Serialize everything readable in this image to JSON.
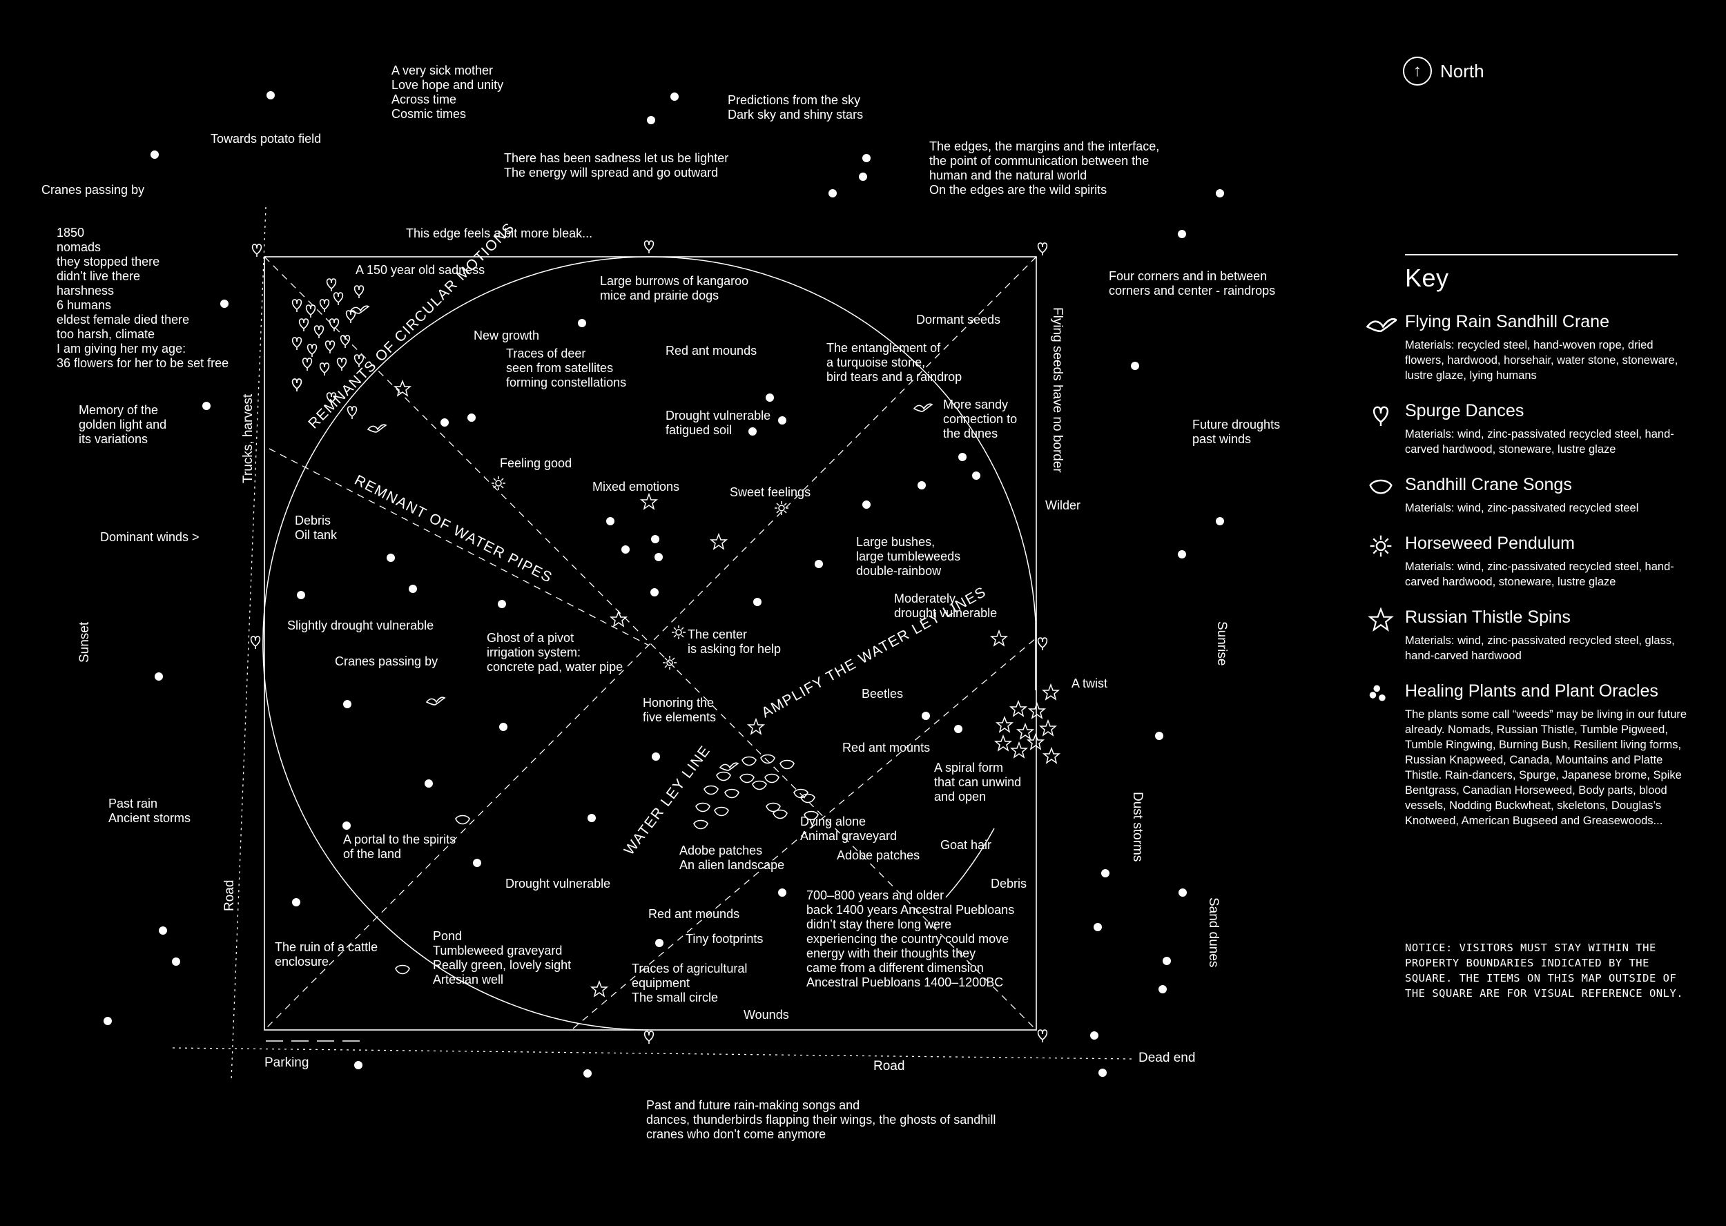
{
  "compass": {
    "label": "North",
    "icon": "north-arrow-icon"
  },
  "bands": {
    "circular": "REMNANTS OF CIRCULAR MOTIONS",
    "water_pipes": "REMNANT OF WATER PIPES",
    "amplify": "AMPLIFY THE WATER LEY LINES",
    "ley_line": "WATER LEY LINE"
  },
  "edges": {
    "trucks": "Trucks, harvest",
    "road_left": "Road",
    "sunset": "Sunset",
    "flying_seeds": "Flying seeds have no border",
    "sunrise": "Sunrise",
    "dust_storms": "Dust storms",
    "sand_dunes": "Sand dunes",
    "parking": "Parking",
    "road_bottom": "Road",
    "dead_end": "Dead end"
  },
  "labels": {
    "sick_mother": [
      "A very sick mother",
      "Love hope and unity",
      "Across time",
      "Cosmic times"
    ],
    "predictions": [
      "Predictions from the sky",
      "Dark sky and shiny stars"
    ],
    "towards_potato": [
      "Towards potato field"
    ],
    "sadness_lighter": [
      "There has been sadness let us be lighter",
      "The energy will spread and go outward"
    ],
    "edges_margins": [
      "The edges, the margins and the interface,",
      "the point of communication between the",
      "human and the natural world",
      "On the edges are the wild spirits"
    ],
    "cranes_passing_top": [
      "Cranes passing by"
    ],
    "history_1850": [
      "1850",
      "nomads",
      "they stopped there",
      "didn’t live there",
      "harshness",
      "6 humans",
      "eldest female died there",
      "too harsh, climate",
      "I am giving her my age:",
      "36 flowers for her to be set free"
    ],
    "bleak_edge": [
      "This edge feels a bit more bleak..."
    ],
    "old_sadness": [
      "A 150 year old sadness"
    ],
    "burrows": [
      "Large burrows of kangaroo",
      "mice and prairie dogs"
    ],
    "four_corners": [
      "Four corners and in between",
      "corners and center - raindrops"
    ],
    "dormant_seeds": [
      "Dormant seeds"
    ],
    "new_growth": [
      "New growth"
    ],
    "traces_deer": [
      "Traces of deer",
      "seen from satellites",
      "forming constellations"
    ],
    "red_ant_1": [
      "Red ant mounds"
    ],
    "entanglement": [
      "The entanglement of",
      "a turquoise stone,",
      "bird tears and a raindrop"
    ],
    "memory_light": [
      "Memory of the",
      "golden light and",
      "its variations"
    ],
    "drought_fatigued": [
      "Drought vulnerable",
      "fatigued soil"
    ],
    "more_sandy": [
      "More sandy",
      "connection to",
      "the dunes"
    ],
    "future_droughts": [
      "Future droughts",
      "past winds"
    ],
    "feeling_good": [
      "Feeling good"
    ],
    "mixed_emotions": [
      "Mixed emotions"
    ],
    "sweet_feelings": [
      "Sweet feelings"
    ],
    "wilder": [
      "Wilder"
    ],
    "debris_oil": [
      "Debris",
      "Oil tank"
    ],
    "dominant_winds": [
      "Dominant winds >"
    ],
    "large_bushes": [
      "Large bushes,",
      "large tumbleweeds",
      "double-rainbow"
    ],
    "moderately": [
      "Moderately",
      "drought vulnerable"
    ],
    "slightly": [
      "Slightly drought vulnerable"
    ],
    "ghost_pivot": [
      "Ghost of a pivot",
      "irrigation system:",
      "concrete pad, water pipe"
    ],
    "center": [
      "The center",
      "is asking for help"
    ],
    "cranes_passing_mid": [
      "Cranes passing by"
    ],
    "a_twist": [
      "A twist"
    ],
    "beetles": [
      "Beetles"
    ],
    "honoring": [
      "Honoring the",
      "five elements"
    ],
    "red_ant_2": [
      "Red ant mounts"
    ],
    "spiral": [
      "A spiral form",
      "that can unwind",
      "and open"
    ],
    "past_rain": [
      "Past rain",
      "Ancient storms"
    ],
    "dying_alone": [
      "Dying alone",
      "Animal graveyard"
    ],
    "portal": [
      "A portal to the spirits",
      "of the land"
    ],
    "adobe_1": [
      "Adobe patches",
      "An alien landscape"
    ],
    "adobe_2": [
      "Adobe patches"
    ],
    "goat_hair": [
      "Goat hair"
    ],
    "drought_vulnerable": [
      "Drought vulnerable"
    ],
    "debris_right": [
      "Debris"
    ],
    "history_puebloans": [
      "700–800 years and older",
      "back 1400 years Ancestral Puebloans",
      "didn’t stay there long were",
      "experiencing the country could move",
      "energy with their thoughts they",
      "came from a different dimension",
      "Ancestral Puebloans 1400–1200BC"
    ],
    "red_ant_3": [
      "Red ant mounds"
    ],
    "tiny_footprints": [
      "Tiny footprints"
    ],
    "cattle": [
      "The ruin of a cattle",
      "enclosure"
    ],
    "pond": [
      "Pond",
      "Tumbleweed graveyard",
      "Really green, lovely sight",
      "Artesian well"
    ],
    "traces_agri": [
      "Traces of agricultural",
      "equipment",
      "The small circle"
    ],
    "wounds": [
      "Wounds"
    ],
    "rain_songs": [
      "Past and future rain-making songs and",
      "dances, thunderbirds flapping their wings, the ghosts of sandhill",
      "cranes who don’t come anymore"
    ]
  },
  "key": {
    "title": "Key",
    "items": [
      {
        "icon": "flying-crane-icon",
        "name": "Flying Rain Sandhill Crane",
        "materials": "Materials: recycled steel, hand-woven rope, dried flowers, hardwood, horsehair, water stone, stoneware, lustre glaze, lying humans"
      },
      {
        "icon": "spurge-icon",
        "name": "Spurge Dances",
        "materials": "Materials: wind, zinc-passivated recycled steel, hand-carved hardwood, stoneware, lustre glaze"
      },
      {
        "icon": "crane-song-icon",
        "name": "Sandhill Crane Songs",
        "materials": "Materials: wind, zinc-passivated recycled steel"
      },
      {
        "icon": "horseweed-icon",
        "name": "Horseweed Pendulum",
        "materials": "Materials: wind, zinc-passivated recycled steel, hand-carved hardwood, stoneware, lustre glaze"
      },
      {
        "icon": "thistle-star-icon",
        "name": "Russian Thistle Spins",
        "materials": "Materials: wind, zinc-passivated recycled steel, glass, hand-carved hardwood"
      },
      {
        "icon": "plant-dots-icon",
        "name": "Healing Plants and Plant Oracles",
        "materials": "The plants some call “weeds” may be living in our future already. Nomads, Russian Thistle, Tumble Pigweed, Tumble Ringwing, Burning Bush, Resilient living forms, Russian Knapweed, Canada, Mountains and Platte Thistle. Rain-dancers, Spurge, Japanese brome, Spike Bentgrass, Canadian Horseweed, Body parts, blood vessels, Nodding Buckwheat, skeletons, Douglas’s Knotweed, American Bugseed and Greasewoods..."
      }
    ]
  },
  "notice": "NOTICE: VISITORS MUST STAY WITHIN THE PROPERTY BOUNDARIES INDICATED BY THE SQUARE. THE ITEMS ON THIS MAP OUTSIDE OF THE SQUARE ARE FOR VISUAL REFERENCE ONLY."
}
